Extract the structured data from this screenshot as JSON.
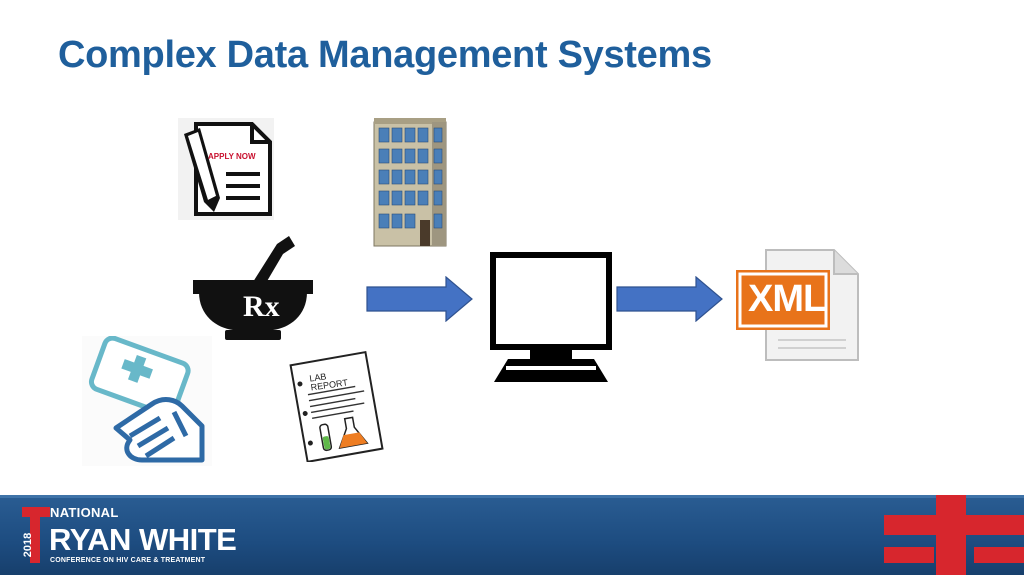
{
  "slide": {
    "title": "Complex Data Management Systems"
  },
  "icons": {
    "application_form": {
      "label": "APPLY NOW",
      "icon": "application-form-icon"
    },
    "building": {
      "icon": "building-icon"
    },
    "pharmacy": {
      "label": "Rx",
      "icon": "mortar-pestle-icon"
    },
    "insurance_card": {
      "icon": "insurance-card-icon"
    },
    "lab_report": {
      "label_line1": "LAB",
      "label_line2": "REPORT",
      "icon": "lab-report-icon"
    },
    "computer": {
      "icon": "computer-monitor-icon"
    },
    "xml_file": {
      "label": "XML",
      "icon": "xml-file-icon"
    }
  },
  "footer": {
    "logo_national": "NATIONAL",
    "logo_ryan_white": "RYAN WHITE",
    "logo_subtitle": "CONFERENCE ON HIV CARE & TREATMENT",
    "logo_year": "2018"
  },
  "colors": {
    "title": "#1f5f9c",
    "arrow": "#4472c4",
    "footer_blue": "#1d4c80",
    "brand_red": "#d7262d",
    "xml_orange": "#e8731a"
  }
}
